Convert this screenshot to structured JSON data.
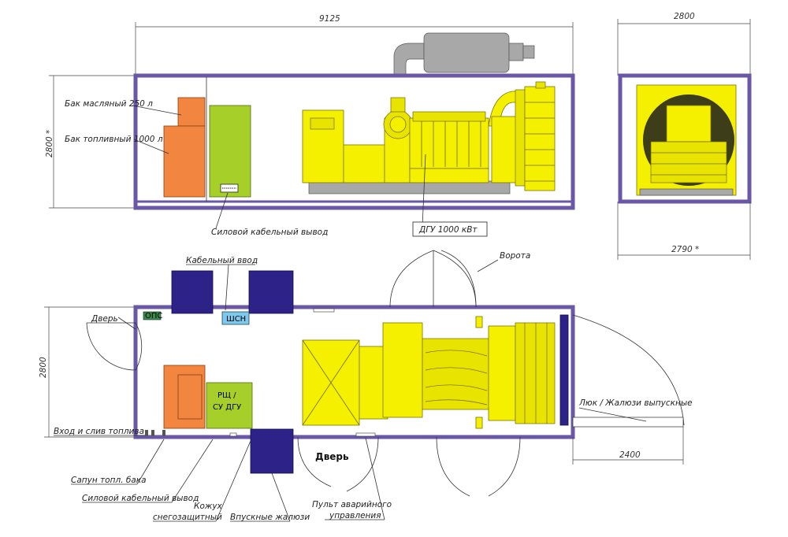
{
  "colors": {
    "wall": "#6a58a6",
    "genset": "#f5f000",
    "tank": "#f2853f",
    "cabinet": "#a6cf2a",
    "louvre": "#2c2288",
    "shsn": "#7fc8ee",
    "ops": "#3a8a4a"
  },
  "dims": {
    "length": "9125",
    "height": "2800 *",
    "width_top": "2800",
    "width_bottom": "2790 *",
    "plan_width": "2800",
    "hatch": "2400"
  },
  "labels": {
    "oil_tank": "Бак масляный 250 л",
    "fuel_tank": "Бак топливный 1000 л",
    "power_cable_top": "Силовой кабельный вывод",
    "dgu": "ДГУ   1000 кВт",
    "cable_input": "Кабельный ввод",
    "gate": "Ворота",
    "door_left": "Дверь",
    "ops": "ОПС",
    "shsn": "ШСН",
    "rsch": "РЩ /",
    "su_dgu": "СУ ДГУ",
    "fuel_io": "Вход и слив топлива",
    "hatch": "Люк / Жалюзи выпускные",
    "door_bottom": "Дверь",
    "fuel_sump": "Сапун топл. бака",
    "power_cable_bottom": "Силовой кабельный вывод",
    "snow_casing_1": "Кожух",
    "snow_casing_2": "снегозащитный",
    "intake_louvres": "Впускные жалюзи",
    "emergency_1": "Пульт аварийного",
    "emergency_2": "управления"
  }
}
